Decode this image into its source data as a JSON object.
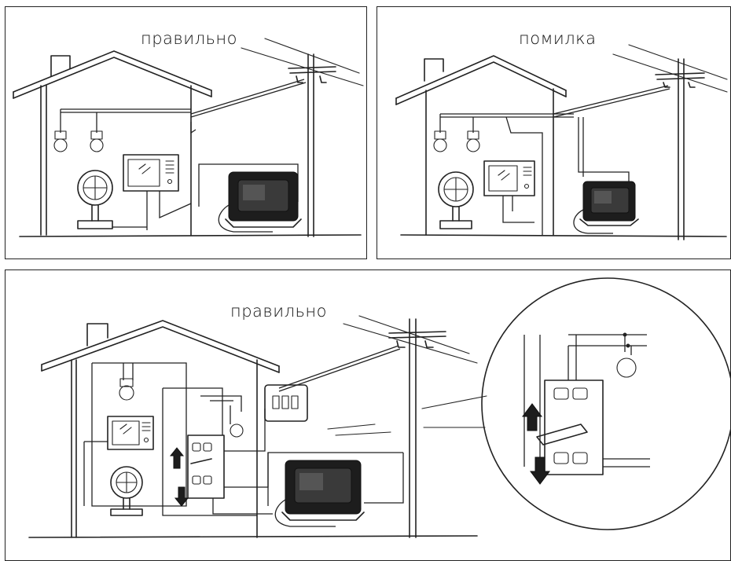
{
  "panels": [
    {
      "id": "top-left",
      "caption": "правильно"
    },
    {
      "id": "top-right",
      "caption": "помилка"
    },
    {
      "id": "bottom",
      "caption": "правильно"
    }
  ],
  "icons": [
    "house-icon",
    "power-pole-icon",
    "light-bulb-icon",
    "table-fan-icon",
    "microwave-icon",
    "generator-icon",
    "transfer-switch-icon",
    "breaker-box-icon",
    "arrow-up-icon",
    "arrow-down-icon",
    "magnifier-circle-icon"
  ]
}
